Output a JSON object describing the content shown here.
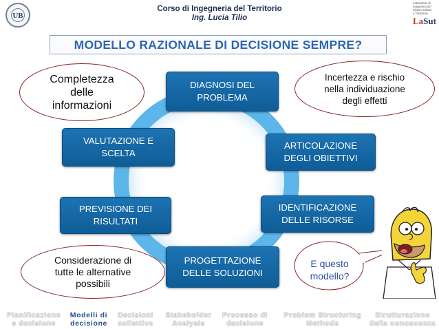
{
  "header": {
    "line1": "Corso di Ingegneria del Territorio",
    "line2": "Ing. Lucia Tilio"
  },
  "logo_left": {
    "text": "UB"
  },
  "logo_right": {
    "lines": [
      "Laboratorio di",
      "Ingegneria dei",
      "Sistemi Urbani",
      "e Territoriali"
    ],
    "mark_left": "La",
    "mark_right": "Sut"
  },
  "slide": {
    "title": "MODELLO RAZIONALE DI DECISIONE SEMPRE?"
  },
  "cycle": {
    "nodes": [
      {
        "line1": "DIAGNOSI DEL",
        "line2": "PROBLEMA"
      },
      {
        "line1": "ARTICOLAZIONE",
        "line2": "DEGLI OBIETTIVI"
      },
      {
        "line1": "IDENTIFICAZIONE",
        "line2": "DELLE RISORSE"
      },
      {
        "line1": "PROGETTAZIONE",
        "line2": "DELLE SOLUZIONI"
      },
      {
        "line1": "PREVISIONE DEI",
        "line2": "RISULTATI"
      },
      {
        "line1": "VALUTAZIONE E",
        "line2": "SCELTA"
      }
    ]
  },
  "callouts": {
    "top_left": {
      "line1": "Completezza",
      "line2": "delle",
      "line3": "informazioni"
    },
    "top_right": {
      "line1": "Incertezza e rischio",
      "line2": "nella individuazione",
      "line3": "degli effetti"
    },
    "bottom_left": {
      "line1": "Considerazione di",
      "line2": "tutte le alternative",
      "line3": "possibili"
    },
    "speech": {
      "line1": "E questo",
      "line2": "modello?"
    }
  },
  "footer": {
    "items": [
      {
        "line1": "Pianificazione",
        "line2": "e decisione",
        "active": false
      },
      {
        "line1": "Modelli di",
        "line2": "decisione",
        "active": true
      },
      {
        "line1": "Decisioni",
        "line2": "collettive",
        "active": false
      },
      {
        "line1": "Stakeholder",
        "line2": "Analysis",
        "active": false
      },
      {
        "line1": "Processo di",
        "line2": "decisione",
        "active": false
      },
      {
        "line1": "Problem Structuring",
        "line2": "Methods",
        "active": false
      },
      {
        "line1": "Strutturazione",
        "line2": "della conoscenza",
        "active": false
      }
    ]
  },
  "colors": {
    "node_fill": "#1565a5",
    "ring": "#4aaee8",
    "title": "#2c66b3",
    "oval_border": "#8a2222",
    "footer_active": "#1f4f8a"
  }
}
